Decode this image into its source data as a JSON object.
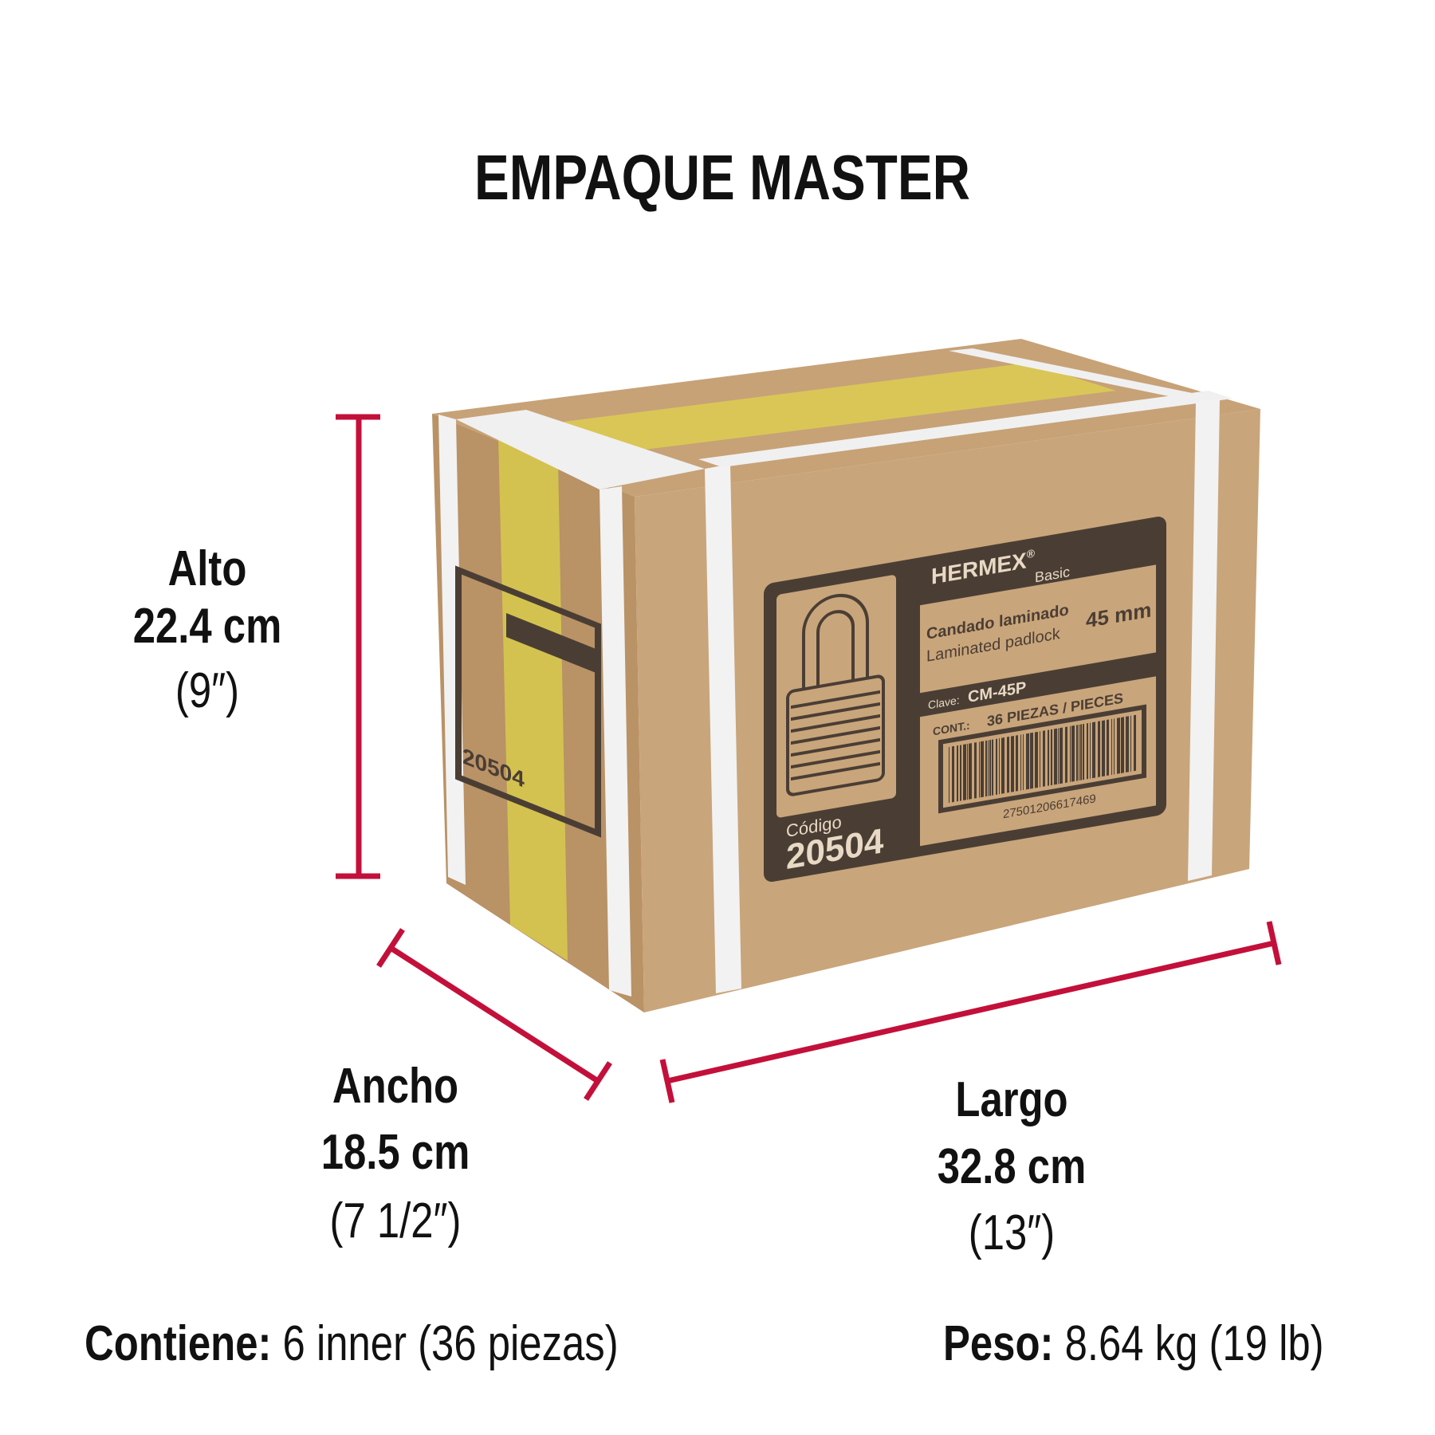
{
  "title": "EMPAQUE MASTER",
  "dimensions": {
    "alto": {
      "label": "Alto",
      "metric": "22.4 cm",
      "imperial": "(9″)"
    },
    "ancho": {
      "label": "Ancho",
      "metric": "18.5 cm",
      "imperial": "(7 1/2″)"
    },
    "largo": {
      "label": "Largo",
      "metric": "32.8 cm",
      "imperial": "(13″)"
    }
  },
  "footer": {
    "contents_label": "Contiene:",
    "contents_value": "6 inner (36 piezas)",
    "weight_label": "Peso:",
    "weight_value": "8.64 kg (19 lb)"
  },
  "box_label": {
    "brand": "HERMEX",
    "registered": "®",
    "line": "Basic",
    "name_es": "Candado laminado",
    "name_en": "Laminated padlock",
    "size": "45 mm",
    "clave_label": "Clave:",
    "clave": "CM-45P",
    "cont_label": "CONT.:",
    "cont": "36 PIEZAS / PIECES",
    "barcode": "27501206617469",
    "code_label": "Código",
    "code": "20504"
  },
  "colors": {
    "accent": "#c3103a",
    "cardboard": "#c9a57b",
    "print": "#4a3e34"
  }
}
